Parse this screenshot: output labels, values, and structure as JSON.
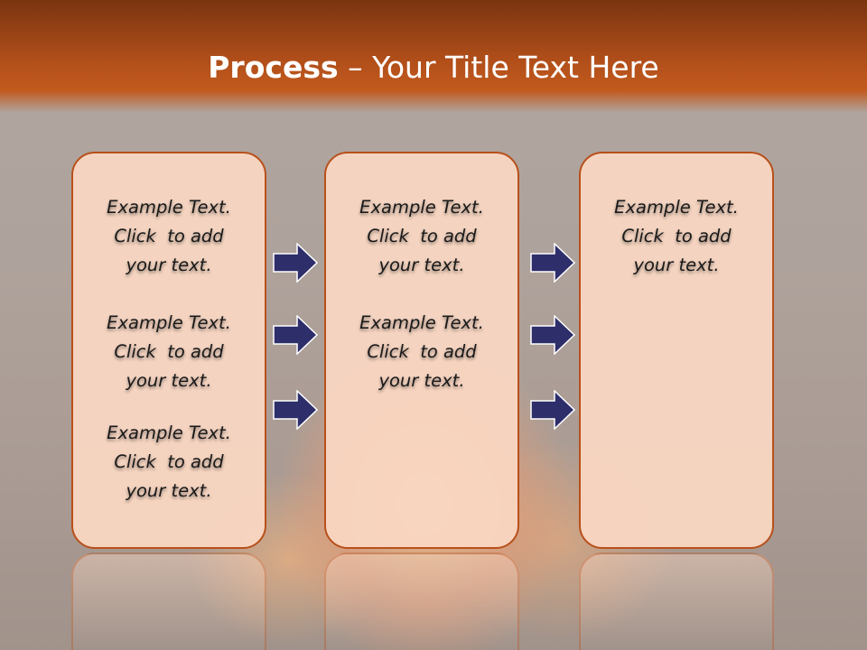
{
  "slide": {
    "title_bold": "Process",
    "title_rest": " – Your Title Text Here"
  },
  "columns": [
    {
      "blocks": [
        [
          "Example Text.",
          "Click  to add",
          "your text."
        ],
        [
          "Example Text.",
          "Click  to add",
          "your text."
        ],
        [
          "Example Text.",
          "Click  to add",
          "your text."
        ]
      ]
    },
    {
      "blocks": [
        [
          "Example Text.",
          "Click  to add",
          "your text."
        ],
        [
          "Example Text.",
          "Click  to add",
          "your text."
        ]
      ]
    },
    {
      "blocks": [
        [
          "Example Text.",
          "Click  to add",
          "your text."
        ]
      ]
    }
  ],
  "colors": {
    "banner": "#b24f1a",
    "box_border": "#b8501b",
    "box_fill": "#fad7c3",
    "arrow": "#2e2e6b"
  },
  "icons": [
    "right-arrow-icon"
  ]
}
